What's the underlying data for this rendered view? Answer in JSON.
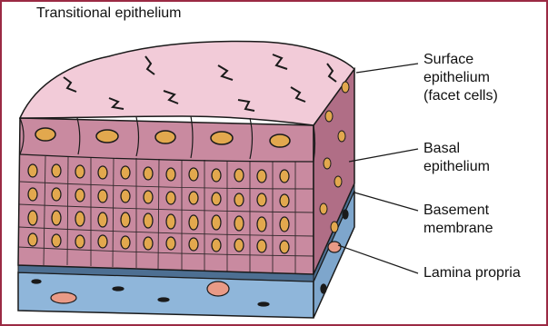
{
  "title": "Transitional epithelium",
  "labels": {
    "surface": [
      "Surface",
      "epithelium",
      "(facet cells)"
    ],
    "basal": [
      "Basal",
      "epithelium"
    ],
    "basement": [
      "Basement",
      "membrane"
    ],
    "lamina": [
      "Lamina propria"
    ]
  },
  "colors": {
    "frame_border": "#9b2a44",
    "surface_top": "#f2cbd8",
    "epithelium": "#c98aa0",
    "epithelium_dark": "#b06e86",
    "basement": "#6d8fb0",
    "lamina": "#8fb6da",
    "nucleus": "#e2a84e",
    "vessel": "#e99a86",
    "outline": "#1a1a1a"
  }
}
